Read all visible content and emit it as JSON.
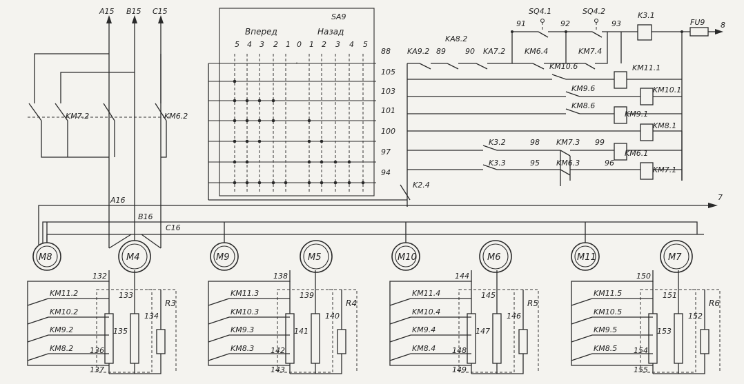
{
  "supply": {
    "a": "A15",
    "b": "B15",
    "c": "C15",
    "a2": "A16",
    "b2": "B16",
    "c2": "C16"
  },
  "reverser": {
    "left": "KM7.2",
    "right": "KM6.2"
  },
  "switch": {
    "name": "SA9",
    "forward": "Вперед",
    "back": "Назад",
    "positions": [
      "5",
      "4",
      "3",
      "2",
      "1",
      "0",
      "1",
      "2",
      "3",
      "4",
      "5"
    ]
  },
  "rows": [
    "88",
    "105",
    "103",
    "101",
    "100",
    "97",
    "94"
  ],
  "top_chain": {
    "contacts": [
      "KA9.2",
      "KA8.2",
      "KA7.2",
      "KM6.4",
      "KM7.4",
      "KM10.6",
      "SQ4.1",
      "SQ4.2",
      "K3.1",
      "FU9"
    ],
    "nodes": [
      "89",
      "90",
      "91",
      "92",
      "93",
      "8"
    ]
  },
  "coils": [
    "KM11.1",
    "KM10.1",
    "KM9.1",
    "KM8.1",
    "KM6.1",
    "KM7.1"
  ],
  "row_contacts": [
    "KM9.6",
    "KM8.6",
    "K3.2",
    "K3.3",
    "KM7.3",
    "KM6.3",
    "K2.4"
  ],
  "row_nodes": [
    "98",
    "99",
    "95",
    "96"
  ],
  "bus_node": "7",
  "motors": [
    "M8",
    "M4",
    "M9",
    "M5",
    "M10",
    "M6",
    "M11",
    "M7"
  ],
  "groups": [
    {
      "contacts": [
        "KM11.2",
        "KM10.2",
        "KM9.2",
        "KM8.2"
      ],
      "nodes": [
        "132",
        "133",
        "134",
        "135",
        "136",
        "137"
      ],
      "res": "R3"
    },
    {
      "contacts": [
        "KM11.3",
        "KM10.3",
        "KM9.3",
        "KM8.3"
      ],
      "nodes": [
        "138",
        "139",
        "140",
        "141",
        "142",
        "143"
      ],
      "res": "R4"
    },
    {
      "contacts": [
        "KM11.4",
        "KM10.4",
        "KM9.4",
        "KM8.4"
      ],
      "nodes": [
        "144",
        "145",
        "146",
        "147",
        "148",
        "149"
      ],
      "res": "R5"
    },
    {
      "contacts": [
        "KM11.5",
        "KM10.5",
        "KM9.5",
        "KM8.5"
      ],
      "nodes": [
        "150",
        "151",
        "152",
        "153",
        "154",
        "155"
      ],
      "res": "R6"
    }
  ]
}
